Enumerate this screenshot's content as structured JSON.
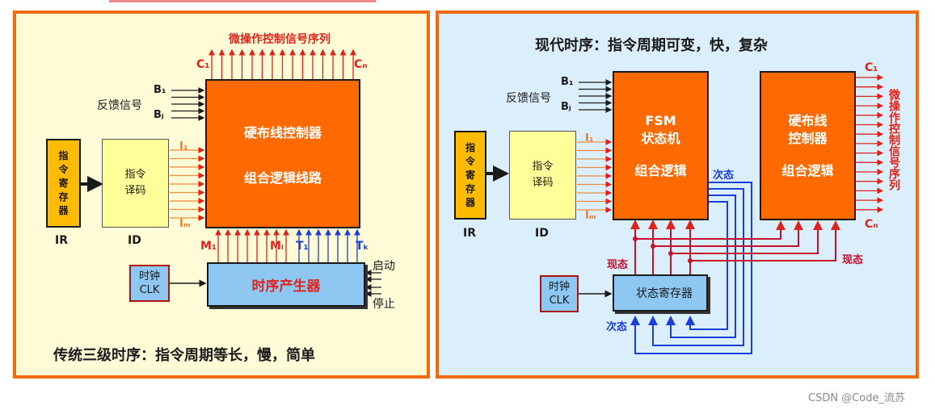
{
  "left": {
    "control_signals_label": "微操作控制信号序列",
    "c1": "C₁",
    "cn": "Cₙ",
    "feedback_label": "反馈信号",
    "b1": "B₁",
    "bj": "Bⱼ",
    "i1": "I₁",
    "im": "Iₘ",
    "ir_box": "指\n令\n寄\n存\n器",
    "ir_label": "IR",
    "id_box": "指令\n译码",
    "id_label": "ID",
    "controller_line1": "硬布线控制器",
    "controller_line2": "组合逻辑线路",
    "m1": "M₁",
    "mi": "Mᵢ",
    "t1": "T₁",
    "tk": "Tₖ",
    "clock_box": "时钟\nCLK",
    "timing_gen": "时序产生器",
    "start": "启动",
    "stop": "停止",
    "caption": "传统三级时序：指令周期等长，慢，简单"
  },
  "right": {
    "title": "现代时序：指令周期可变，快，复杂",
    "b1": "B₁",
    "bj": "Bⱼ",
    "feedback_label": "反馈信号",
    "ir_box": "指\n令\n寄\n存\n器",
    "ir_label": "IR",
    "id_box": "指令\n译码",
    "id_label": "ID",
    "i1": "I₁",
    "im": "Iₘ",
    "fsm_line1": "FSM",
    "fsm_line2": "状态机",
    "fsm_line3": "组合逻辑",
    "next_state_top": "次态",
    "hw_line1": "硬布线",
    "hw_line2": "控制器",
    "hw_line3": "组合逻辑",
    "c1": "C₁",
    "cn": "Cₙ",
    "control_signals_vertical": "微操作控制信号序列",
    "current_state_left": "现态",
    "current_state_right": "现态",
    "clock_box": "时钟\nCLK",
    "state_reg": "状态寄存器",
    "next_state_bottom": "次态"
  },
  "watermark": "CSDN @Code_流苏",
  "colors": {
    "orange": "#ff6a00",
    "panel_border": "#f26a0c",
    "left_bg": "#fffbd6",
    "right_bg": "#dbeefc",
    "red": "#e0231a",
    "blue": "#1a3fd6",
    "dark_red": "#c8102e"
  }
}
